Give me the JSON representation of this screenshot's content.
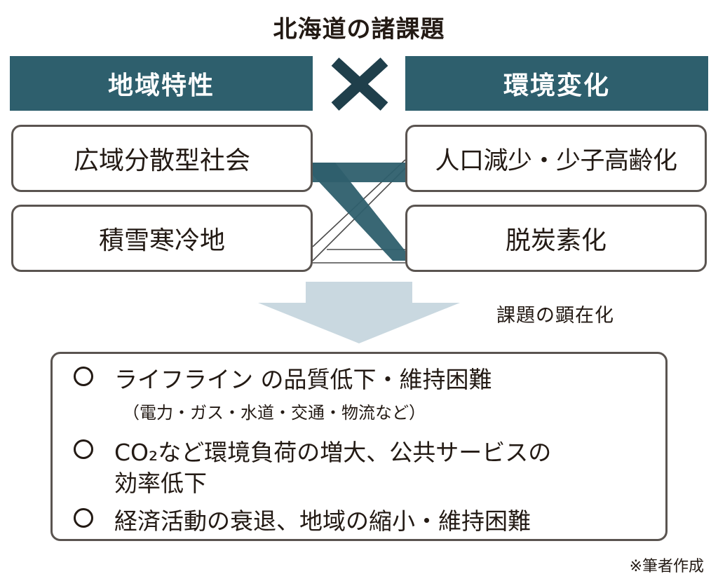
{
  "title": "北海道の諸課題",
  "left_header": "地域特性",
  "right_header": "環境変化",
  "left_items": [
    "広域分散型社会",
    "積雪寒冷地"
  ],
  "right_items": [
    "人口減少・少子高齢化",
    "脱炭素化"
  ],
  "reveal_label": "課題の顕在化",
  "issues": [
    {
      "line1": "ライフライン の品質低下・維持困難",
      "sub": "（電力・ガス・水道・交通・物流など）"
    },
    {
      "line1": "CO₂など環境負荷の増大、公共サービスの",
      "line2": "効率低下"
    },
    {
      "line1": "経済活動の衰退、地域の縮小・維持困難"
    }
  ],
  "source": "※筆者作成",
  "colors": {
    "header": "#2e5f6d",
    "cross": "#1f3f4b",
    "arrow": "#c9d8e0",
    "border": "#5a5450"
  }
}
